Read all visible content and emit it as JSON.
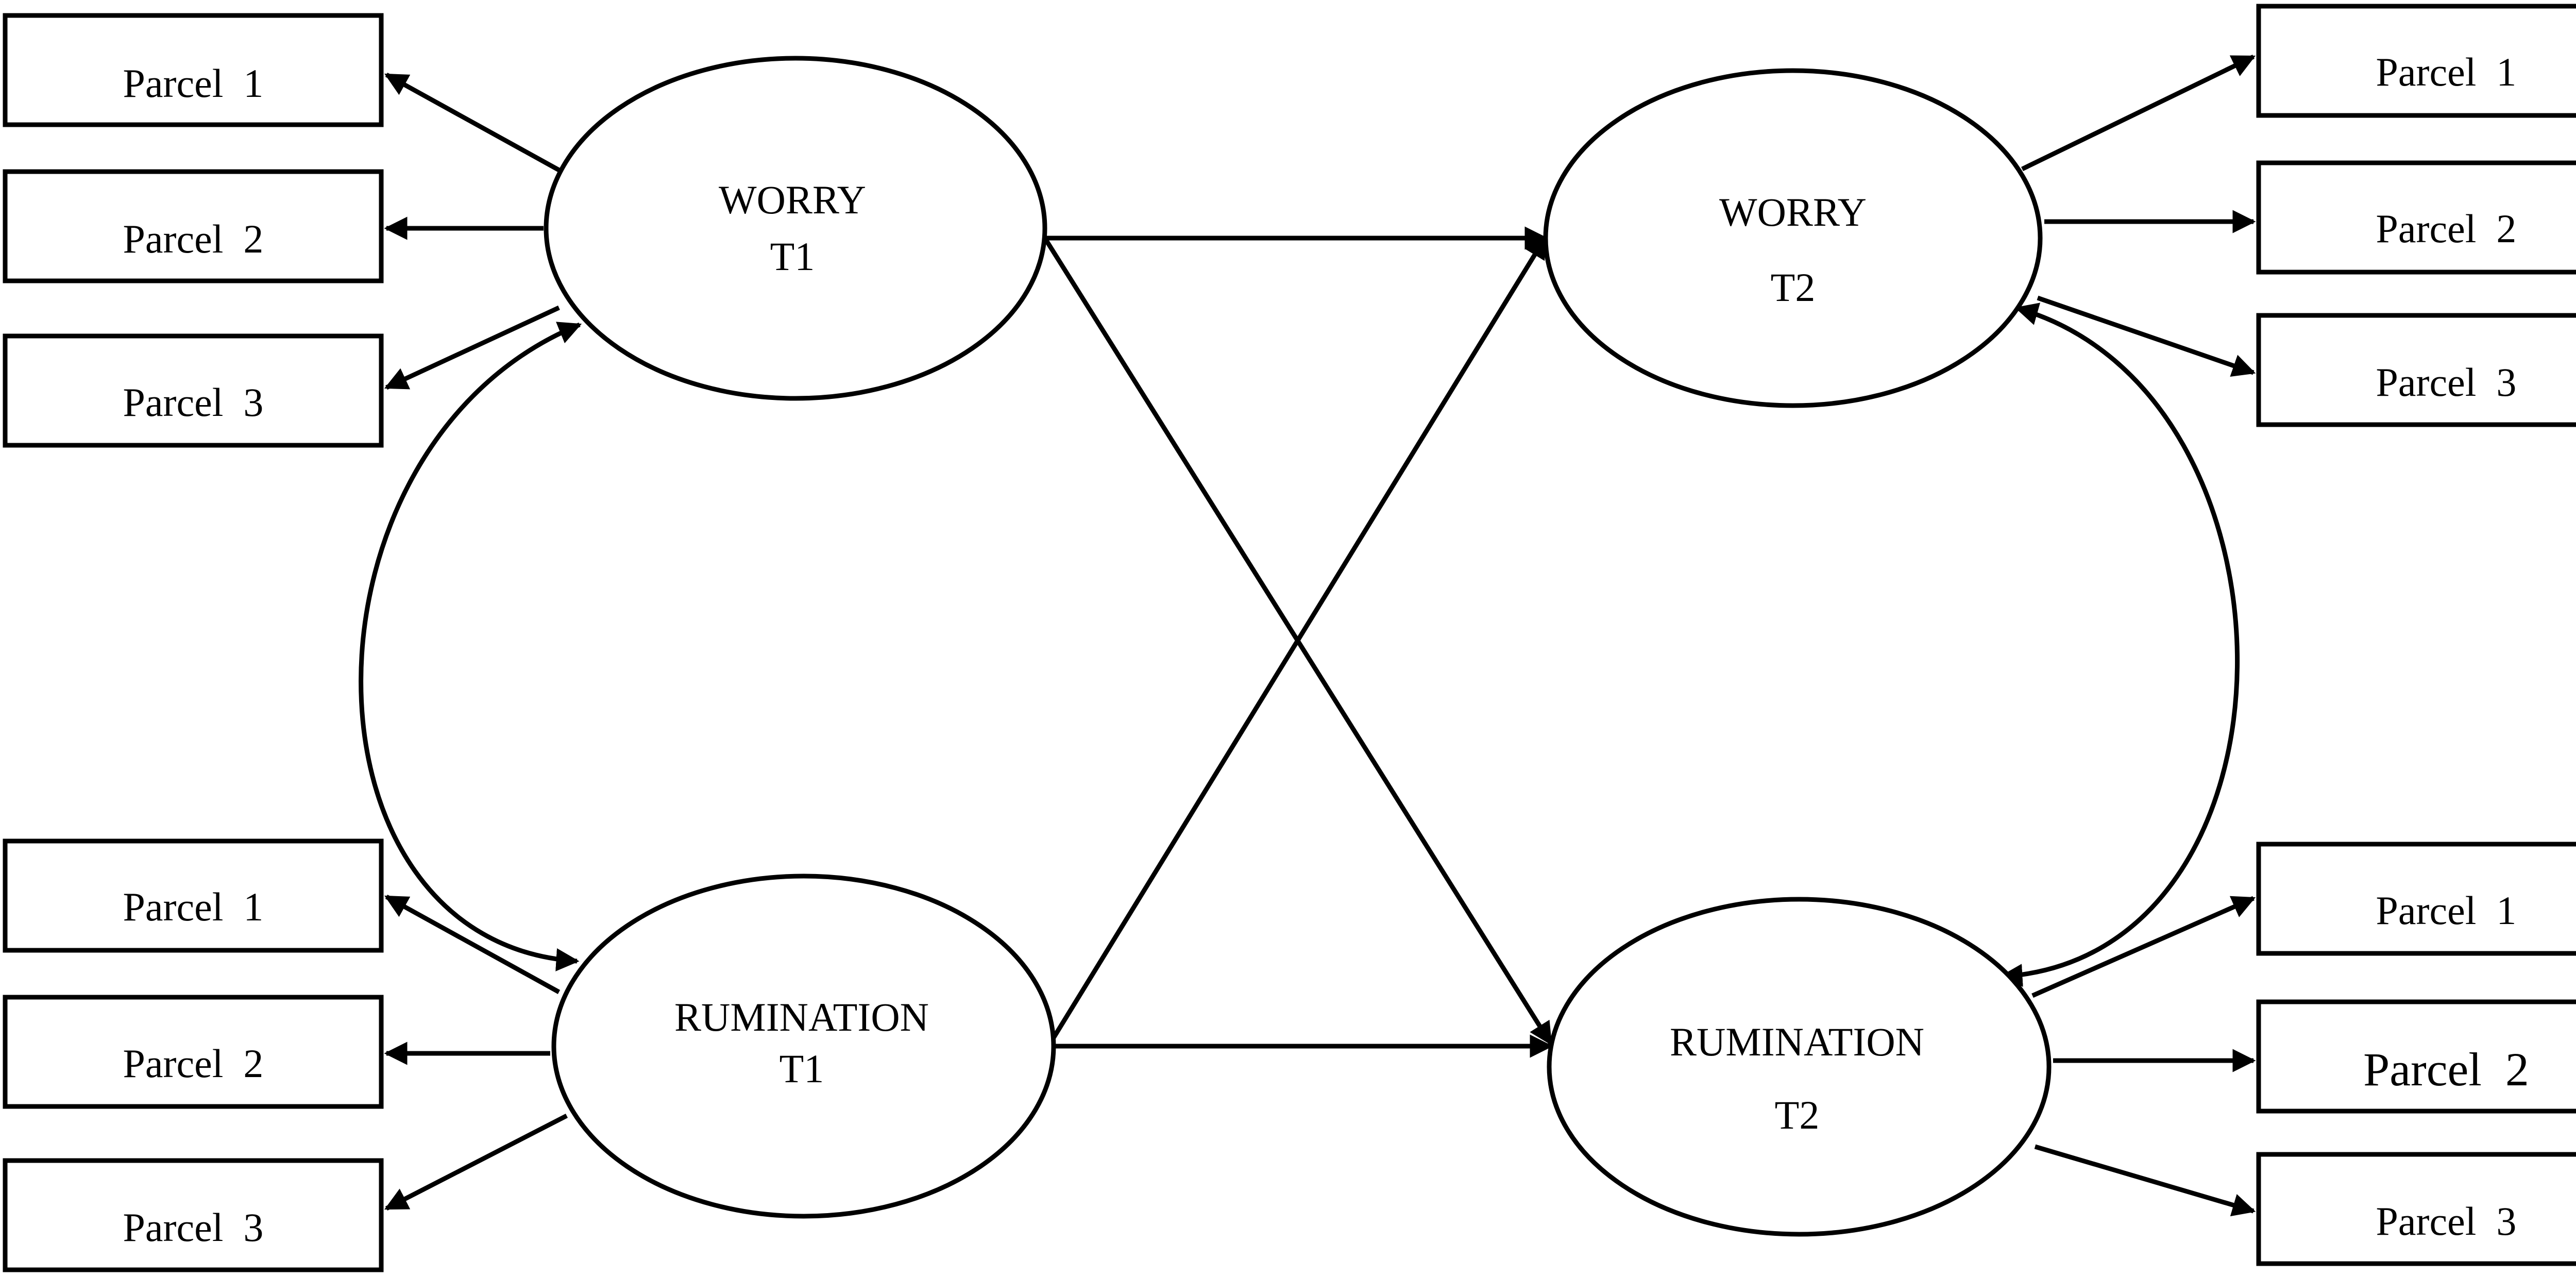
{
  "diagram": {
    "worry_t1": {
      "line1": "WORRY",
      "line2": "T1"
    },
    "worry_t2": {
      "line1": "WORRY",
      "line2": "T2"
    },
    "rumination_t1": {
      "line1": "RUMINATION",
      "line2": "T1"
    },
    "rumination_t2": {
      "line1": "RUMINATION",
      "line2": "T2"
    },
    "worry_t1_parcels": [
      "Parcel  1",
      "Parcel  2",
      "Parcel  3"
    ],
    "worry_t2_parcels": [
      "Parcel  1",
      "Parcel  2",
      "Parcel  3"
    ],
    "rumination_t1_parcels": [
      "Parcel  1",
      "Parcel  2",
      "Parcel  3"
    ],
    "rumination_t2_parcels": [
      "Parcel  1",
      "Parcel  2",
      "Parcel  3"
    ]
  }
}
